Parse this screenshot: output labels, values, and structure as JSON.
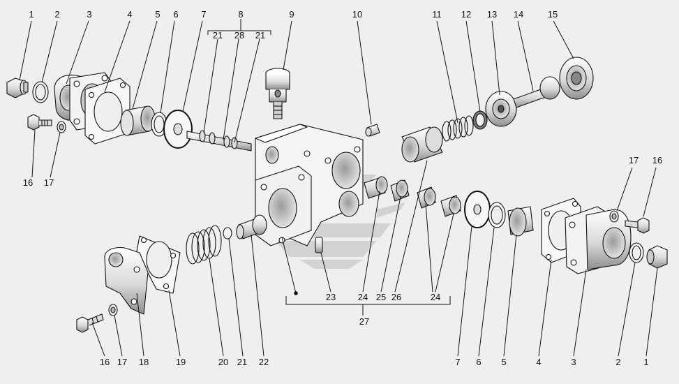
{
  "labels": {
    "l1a": "1",
    "l2a": "2",
    "l3a": "3",
    "l4a": "4",
    "l5a": "5",
    "l6a": "6",
    "l7a": "7",
    "l8": "8",
    "l21a": "21",
    "l28": "28",
    "l21b": "21",
    "l9": "9",
    "l10": "10",
    "l11": "11",
    "l12": "12",
    "l13": "13",
    "l14": "14",
    "l15": "15",
    "l16a": "16",
    "l17a": "17",
    "l17b": "17",
    "l16b": "16",
    "l23": "23",
    "l24a": "24",
    "l25": "25",
    "l26": "26",
    "l24b": "24",
    "l27": "27",
    "l16c": "16",
    "l17c": "17",
    "l18": "18",
    "l19": "19",
    "l20": "20",
    "l21c": "21",
    "l22": "22",
    "l7b": "7",
    "l6b": "6",
    "l5b": "5",
    "l4b": "4",
    "l3b": "3",
    "l2b": "2",
    "l1b": "1"
  },
  "colors": {
    "background": "#efefef",
    "line": "#111111",
    "part_fill": "#f7f7f7",
    "shade": "#b8b8b8",
    "watermark": "#d2d2d2"
  }
}
